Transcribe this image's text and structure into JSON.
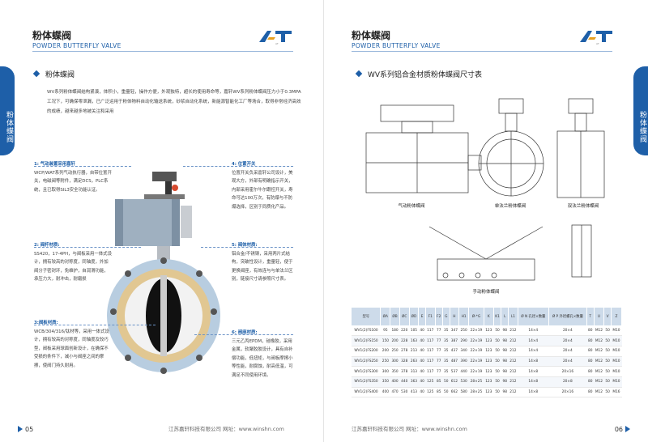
{
  "brand": {
    "logo_text": "AT"
  },
  "left_page": {
    "title": "粉体蝶阀",
    "subtitle": "POWDER BUTTERFLY VALVE",
    "side_tab": "粉体蝶阀",
    "section_heading": "粉体蝶阀",
    "intro": "WV系列粉体蝶阀结构紧凑，体积小，重量轻，操作方便，外观独特，超长的使用寿命等，嘉轩WV系列粉体蝶阀压力小于0.3MPA工况下，可确保零泄漏，已广泛运用于粉体物料自动化输送系统，砂浆自动化系统，新能源智能化工厂等场合，取得非常经济高效的成绩，越来越多地被关注和采用",
    "callouts": [
      {
        "title": "1: 气动装置采用嘉轩",
        "body": "WCP/WAT系列气动执行器，自带位置开关，电磁阀等附件，满足DCS，PLC系统，且已取得SIL3安全功能认证。"
      },
      {
        "title": "2: 阀杆材质:",
        "body": "SS420，17-4PH，与阀板采用一体式设计，拥有较高的对称度，同轴度，外加阀分子密封环，免维护，自润滑功能，承压力大，耐冲击，耐磨损"
      },
      {
        "title": "3:阀板材质:",
        "body": "WCB/304/316/钛材等，采用一体式设计，拥有较高的对称度，同轴度及较巧型，阀板采用球面创新设计，在确保不受损的条件下，减小与阀座之间的摩擦，使阀门持久耐用。"
      },
      {
        "title": "4: 位置开关",
        "body": "位置开关负采嘉轩公司设计，美观大方，外部有明确指示开关，内部采用霍尔牛尔跟控开关，寿命可达100万次，有防爆与不防爆选择，区别于同质化产品。"
      },
      {
        "title": "5: 阀体材质:",
        "body": "铝合金/不锈钢，采用两片式结构，突破性设计，重量轻，便于更换阀座，有效连与与单法兰区别，链接尺寸请参照尺寸表。"
      },
      {
        "title": "6: 阀座材质:",
        "body": "三元乙丙EPDM，硅橡胶，采用金属，软聚胶胶设计，具有自补偿功能，低扭矩，与阀板摩擦小等性能，耐腐蚀，耐高低温，可满足不同使用环境。"
      }
    ],
    "page_number": "05",
    "footer": "江苏嘉轩科技有限公司    网址：www.winshn.com"
  },
  "right_page": {
    "title": "粉体蝶阀",
    "subtitle": "POWDER BUTTERFLY VALVE",
    "side_tab": "粉体蝶阀",
    "section_heading": "WV系列铝合金材质粉体蝶阀尺寸表",
    "figure_captions": [
      "气动粉体蝶阀",
      "单法兰粉体蝶阀",
      "双法兰粉体蝶阀",
      "手动粉体蝶阀"
    ],
    "page_number": "06",
    "footer": "江苏嘉轩科技有限公司    网址：www.winshn.com"
  },
  "table": {
    "headers": [
      "型号",
      "ØA",
      "ØB",
      "ØC",
      "ØD",
      "E",
      "F1",
      "F2",
      "G",
      "H",
      "H1",
      "Ø-*G",
      "K",
      "K1",
      "L",
      "L1",
      "Ø N 孔径×数量",
      "Ø P 外径螺孔×数量",
      "T",
      "U",
      "V",
      "Z"
    ],
    "rows": [
      [
        "WV1(2)FS100",
        "95",
        "180",
        "220",
        "105",
        "40",
        "117",
        "77",
        "35",
        "347",
        "250",
        "22×19",
        "123",
        "50",
        "98",
        "212",
        "14×4",
        "20×4",
        "80",
        "M12",
        "50",
        "M10"
      ],
      [
        "WV1(2)FS150",
        "150",
        "200",
        "228",
        "163",
        "40",
        "117",
        "77",
        "35",
        "387",
        "290",
        "22×19",
        "123",
        "50",
        "98",
        "212",
        "14×4",
        "20×4",
        "80",
        "M12",
        "50",
        "M10"
      ],
      [
        "WV1(2)FS200",
        "200",
        "250",
        "278",
        "213",
        "40",
        "117",
        "77",
        "35",
        "437",
        "340",
        "22×19",
        "123",
        "50",
        "98",
        "212",
        "14×4",
        "20×4",
        "80",
        "M12",
        "50",
        "M10"
      ],
      [
        "WV1(2)FS250",
        "250",
        "300",
        "328",
        "263",
        "40",
        "117",
        "77",
        "35",
        "487",
        "390",
        "22×19",
        "123",
        "50",
        "98",
        "212",
        "14×8",
        "20×4",
        "80",
        "M12",
        "50",
        "M10"
      ],
      [
        "WV1(2)FS300",
        "300",
        "350",
        "378",
        "313",
        "40",
        "117",
        "77",
        "35",
        "537",
        "440",
        "22×19",
        "123",
        "50",
        "98",
        "212",
        "14×8",
        "20×16",
        "80",
        "M12",
        "50",
        "M10"
      ],
      [
        "WV1(2)FS350",
        "350",
        "400",
        "440",
        "363",
        "40",
        "125",
        "85",
        "50",
        "612",
        "530",
        "28×25",
        "123",
        "50",
        "98",
        "212",
        "14×8",
        "20×8",
        "80",
        "M12",
        "50",
        "M10"
      ],
      [
        "WV1(2)FS400",
        "400",
        "470",
        "530",
        "413",
        "40",
        "125",
        "85",
        "50",
        "662",
        "580",
        "28×25",
        "123",
        "50",
        "98",
        "212",
        "14×8",
        "20×16",
        "80",
        "M12",
        "50",
        "M16"
      ]
    ]
  }
}
